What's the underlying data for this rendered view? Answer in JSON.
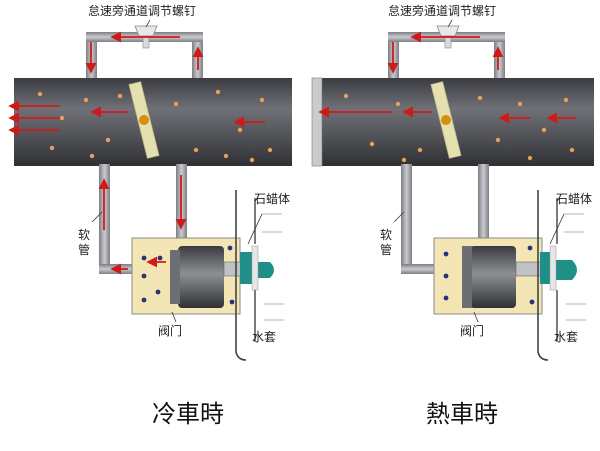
{
  "diagrams": [
    {
      "id": "cold",
      "top_label": "怠速旁通道调节螺钉",
      "hose_label": "软管",
      "paraffin_label": "石蜡体",
      "valve_label": "阀门",
      "water_jacket_label": "水套",
      "caption": "冷車時"
    },
    {
      "id": "hot",
      "top_label": "怠速旁通道调节螺钉",
      "hose_label": "软管",
      "paraffin_label": "石蜡体",
      "valve_label": "阀门",
      "water_jacket_label": "水套",
      "caption": "熱車時"
    }
  ],
  "colors": {
    "pipe_dark": "#4a4b50",
    "pipe_light": "#9a9ca1",
    "arrow": "#d01a1a",
    "valve_fill": "#f3e6b4",
    "paraffin": "#1f8f88",
    "plate": "#e4e0b0",
    "particle": "#e2a15e"
  }
}
